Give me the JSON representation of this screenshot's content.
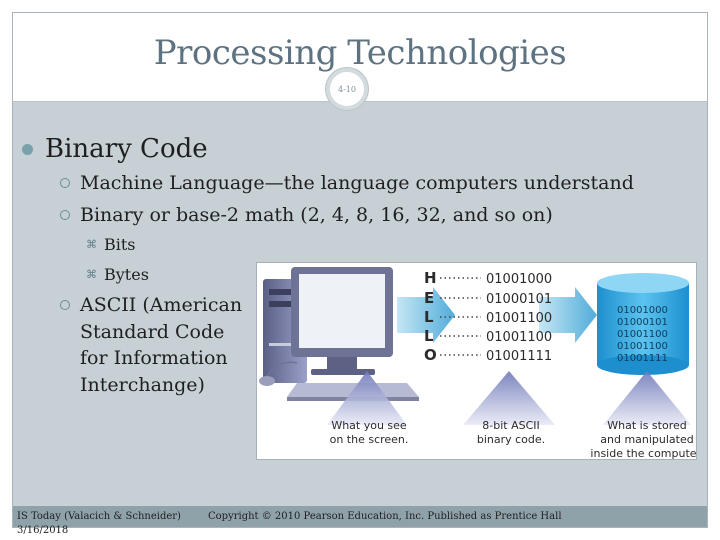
{
  "slide": {
    "title": "Processing Technologies",
    "number": "4-10"
  },
  "bullets": {
    "main": "Binary Code",
    "sub1": "Machine Language—the language computers understand",
    "sub2": "Binary or base-2 math (2, 4, 8, 16, 32, and so on)",
    "sub2_items": [
      "Bits",
      "Bytes"
    ],
    "sub3_lines": [
      "ASCII (American",
      "Standard Code",
      "for Information",
      "Interchange)"
    ]
  },
  "figure": {
    "letters": [
      "H",
      "E",
      "L",
      "L",
      "O"
    ],
    "codes": [
      "01001000",
      "01000101",
      "01001100",
      "01001100",
      "01001111"
    ],
    "stored": [
      "01001000",
      "01000101",
      "01001100",
      "01001100",
      "01001111"
    ],
    "caption_see": [
      "What you see",
      "on the screen."
    ],
    "caption_ascii": [
      "8-bit ASCII",
      "binary code."
    ],
    "caption_stored": [
      "What is stored",
      "and manipulated",
      "inside the computer."
    ]
  },
  "footer": {
    "left_line1": "IS Today (Valacich & Schneider)",
    "left_line2": "3/16/2018",
    "copyright": "Copyright © 2010 Pearson Education, Inc. Published as Prentice Hall"
  },
  "colors": {
    "title": "#5e7381",
    "content_bg": "#c6d0d5",
    "footer_bar": "#8fa1a9",
    "figure_letter": "#2b2b2b",
    "figure_arrow": "#4aa9d8",
    "figure_database": "#2aa7e0"
  }
}
